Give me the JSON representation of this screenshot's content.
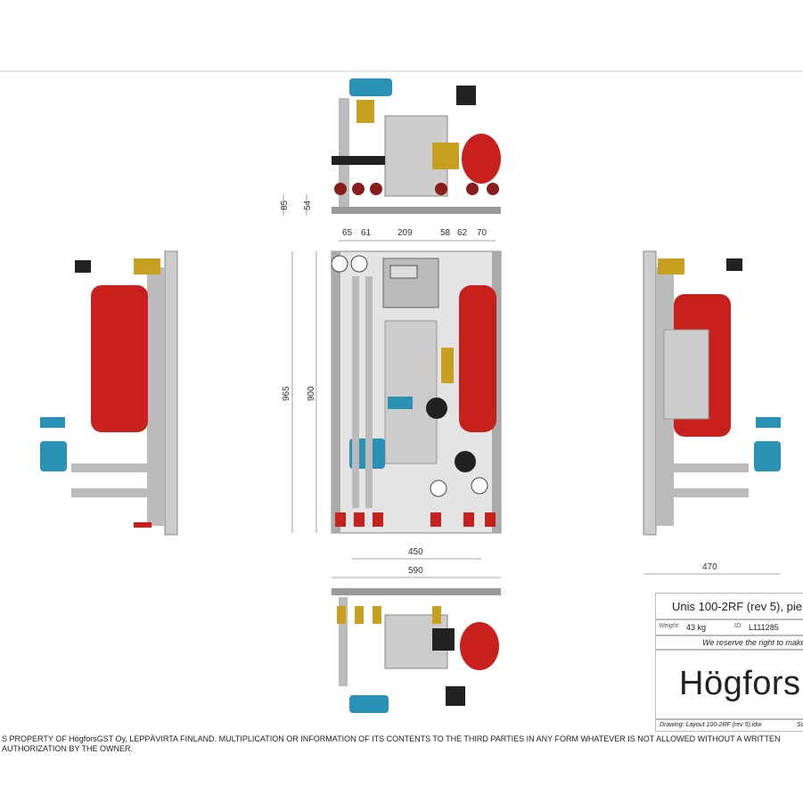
{
  "dimensions": {
    "top_height_1": "85",
    "top_height_2": "54",
    "spacing": [
      "65",
      "61",
      "209",
      "58",
      "62",
      "70"
    ],
    "total_height": "965",
    "panel_height": "900",
    "inner_width": "450",
    "total_width": "590",
    "depth": "470"
  },
  "title_block": {
    "title": "Unis 100-2RF (rev 5), pie",
    "weight_label": "Weight:",
    "weight_value": "43 kg",
    "id_label": "ID:",
    "id_value": "L111285",
    "note": "We reserve the right to make",
    "logo": "Högfors",
    "drawing_label": "Drawing:",
    "drawing_value": "Layout 100-2RF (rev 5).idw",
    "scale_label": "Sc"
  },
  "footer": "S PROPERTY OF HögforsGST Oy, LEPPÄVIRTA FINLAND. MULTIPLICATION OR INFORMATION OF ITS CONTENTS TO THE THIRD PARTIES IN ANY FORM WHATEVER IS NOT ALLOWED WITHOUT A WRITTEN AUTHORIZATION BY THE OWNER.",
  "colors": {
    "tank": "#c8201c",
    "actuator": "#2a93b5",
    "valve": "#c8a020",
    "frame": "#9a9a9a"
  }
}
